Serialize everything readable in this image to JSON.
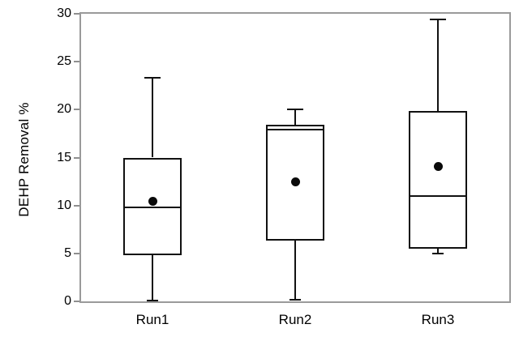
{
  "chart_data": {
    "type": "box",
    "title": "",
    "ylabel": "DEHP Removal %",
    "xlabel": "",
    "categories": [
      "Run1",
      "Run2",
      "Run3"
    ],
    "y_axis": {
      "min": 0,
      "max": 30,
      "tick_step": 5,
      "ticks": [
        0,
        5,
        10,
        15,
        20,
        25,
        30
      ]
    },
    "grid": false,
    "legend": "none",
    "series": [
      {
        "label": "Run1",
        "whisker_low": 0.1,
        "q1": 4.8,
        "median": 9.8,
        "q3": 15.0,
        "whisker_high": 23.3,
        "mean": 10.4
      },
      {
        "label": "Run2",
        "whisker_low": 0.2,
        "q1": 6.3,
        "median": 17.9,
        "q3": 18.4,
        "whisker_high": 20.0,
        "mean": 12.5
      },
      {
        "label": "Run3",
        "whisker_low": 5.0,
        "q1": 5.5,
        "median": 11.0,
        "q3": 19.9,
        "whisker_high": 29.4,
        "mean": 14.1
      }
    ],
    "colors": {
      "box_stroke": "#111111",
      "mean_dot": "#0a0a0a",
      "frame": "#9a9a9a",
      "text": "#000000",
      "background": "#ffffff"
    }
  }
}
